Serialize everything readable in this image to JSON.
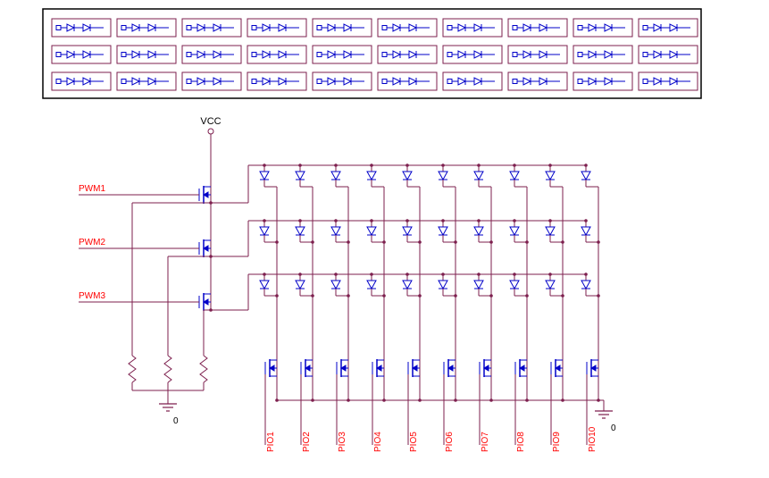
{
  "colors": {
    "wire": "#7d1f4e",
    "symbol": "#0000c8",
    "net_label": "#ff0000",
    "text": "#000000",
    "panel_border": "#000000",
    "background": "#ffffff"
  },
  "power": {
    "vcc_label": "VCC",
    "ground_labels": [
      "0",
      "0"
    ]
  },
  "pwm_inputs": [
    "PWM1",
    "PWM2",
    "PWM3"
  ],
  "pio_outputs": [
    "PIO1",
    "PIO2",
    "PIO3",
    "PIO4",
    "PIO5",
    "PIO6",
    "PIO7",
    "PIO8",
    "PIO9",
    "PIO10"
  ],
  "led_module_panel": {
    "rows": 3,
    "columns": 10
  },
  "led_matrix": {
    "rows": 3,
    "columns": 10
  },
  "row_driver_count": 3,
  "column_driver_count": 10,
  "resistor_count": 3
}
